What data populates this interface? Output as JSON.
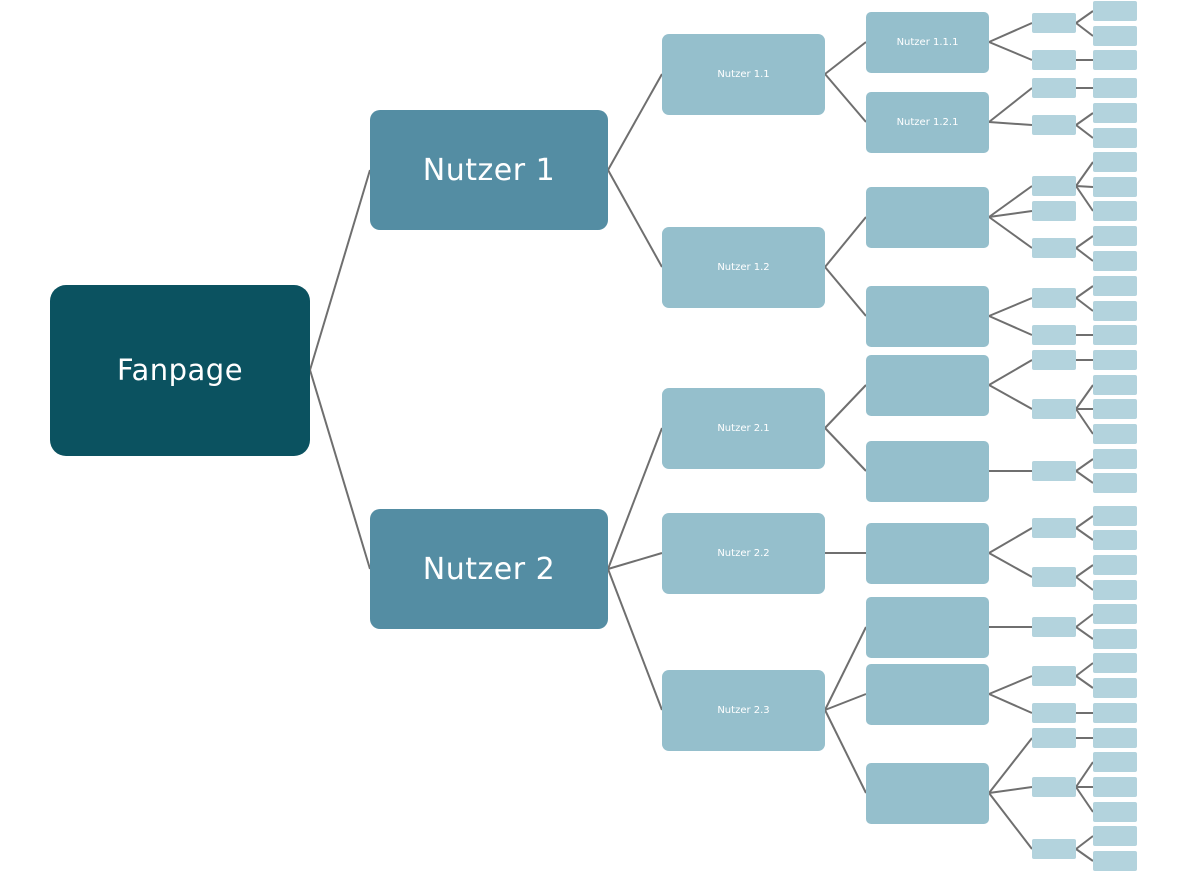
{
  "diagram": {
    "colors": {
      "root": "#0b5260",
      "level1": "#548da3",
      "level2": "#95bfcc",
      "level3": "#95bfcc",
      "leaf": "#b3d3dd",
      "connector": "#6f6f6f"
    },
    "root": {
      "label": "Fanpage",
      "children": [
        {
          "label": "Nutzer 1",
          "children": [
            {
              "label": "Nutzer 1.1",
              "children": [
                {
                  "label": "Nutzer 1.1.1",
                  "children": [
                    {
                      "children": [
                        {},
                        {}
                      ]
                    },
                    {
                      "children": [
                        {}
                      ]
                    }
                  ]
                },
                {
                  "label": "Nutzer 1.2.1",
                  "children": [
                    {
                      "children": [
                        {}
                      ]
                    },
                    {
                      "children": [
                        {},
                        {}
                      ]
                    }
                  ]
                }
              ]
            },
            {
              "label": "Nutzer 1.2",
              "children": [
                {
                  "label": "",
                  "children": [
                    {
                      "children": [
                        {},
                        {},
                        {}
                      ]
                    },
                    {
                      "children": []
                    },
                    {
                      "children": [
                        {},
                        {}
                      ]
                    }
                  ]
                },
                {
                  "label": "",
                  "children": [
                    {
                      "children": [
                        {},
                        {}
                      ]
                    },
                    {
                      "children": [
                        {}
                      ]
                    }
                  ]
                }
              ]
            }
          ]
        },
        {
          "label": "Nutzer 2",
          "children": [
            {
              "label": "Nutzer 2.1",
              "children": [
                {
                  "label": "",
                  "children": [
                    {
                      "children": [
                        {}
                      ]
                    },
                    {
                      "children": [
                        {},
                        {},
                        {}
                      ]
                    }
                  ]
                },
                {
                  "label": "",
                  "children": [
                    {
                      "children": [
                        {},
                        {}
                      ]
                    }
                  ]
                }
              ]
            },
            {
              "label": "Nutzer 2.2",
              "children": [
                {
                  "label": "",
                  "children": [
                    {
                      "children": [
                        {},
                        {}
                      ]
                    },
                    {
                      "children": [
                        {},
                        {}
                      ]
                    }
                  ]
                }
              ]
            },
            {
              "label": "Nutzer 2.3",
              "children": [
                {
                  "label": "",
                  "children": [
                    {
                      "children": [
                        {},
                        {}
                      ]
                    }
                  ]
                },
                {
                  "label": "",
                  "children": [
                    {
                      "children": [
                        {},
                        {}
                      ]
                    },
                    {
                      "children": [
                        {}
                      ]
                    }
                  ]
                },
                {
                  "label": "",
                  "children": [
                    {
                      "children": [
                        {}
                      ]
                    },
                    {
                      "children": [
                        {},
                        {},
                        {}
                      ]
                    },
                    {
                      "children": [
                        {},
                        {}
                      ]
                    }
                  ]
                }
              ]
            }
          ]
        }
      ]
    }
  }
}
